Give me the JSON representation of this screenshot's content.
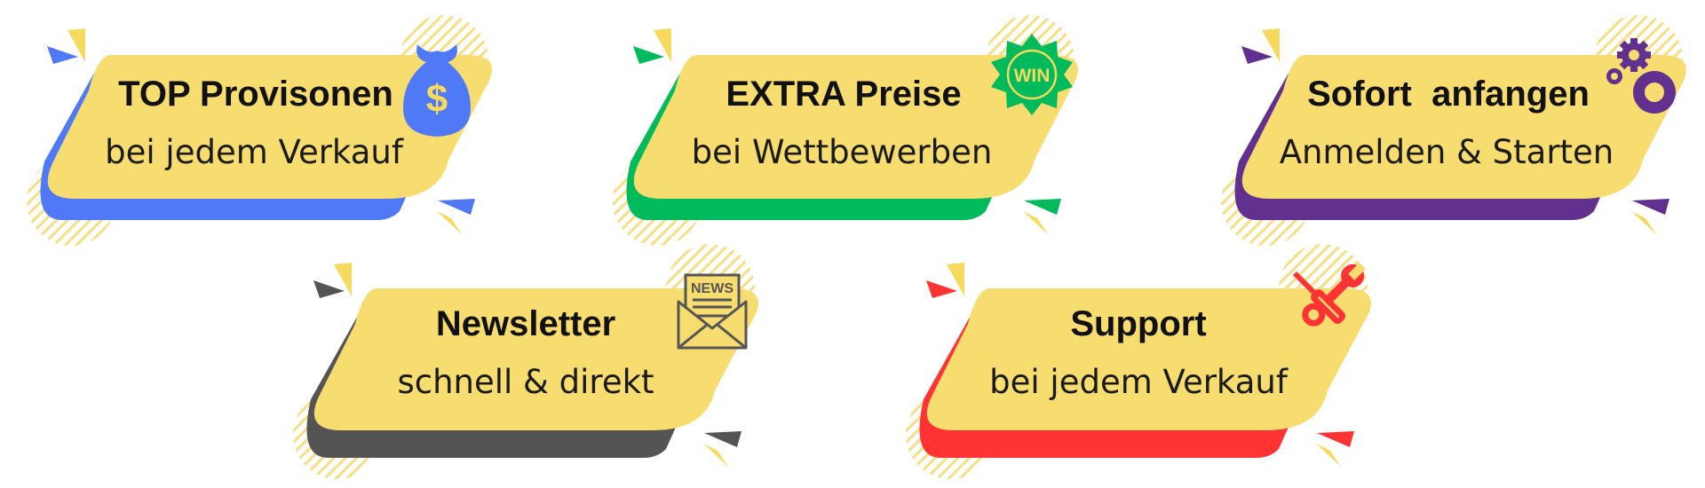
{
  "colors": {
    "pill": "#F7DC6F",
    "hatch": "#F4E08A",
    "accent_yellow": "#F6DA5E",
    "icon_news": "#555555"
  },
  "cards": [
    {
      "title": "TOP Provisonen",
      "subtitle": "bei jedem Verkauf",
      "color": "#4F79F7",
      "icon": "money-bag-icon",
      "icon_text": "$"
    },
    {
      "title": "EXTRA Preise",
      "subtitle": "bei Wettbewerben",
      "color": "#00BA5C",
      "icon": "win-badge-icon",
      "icon_text": "WIN"
    },
    {
      "title": "Sofort  anfangen",
      "subtitle": "Anmelden & Starten",
      "color": "#62308F",
      "icon": "gears-icon",
      "icon_text": ""
    },
    {
      "title": "Newsletter",
      "subtitle": "schnell & direkt",
      "color": "#545454",
      "icon": "news-envelope-icon",
      "icon_text": "NEWS"
    },
    {
      "title": "Support",
      "subtitle": "bei jedem Verkauf",
      "color": "#FF3333",
      "icon": "tools-icon",
      "icon_text": ""
    }
  ]
}
